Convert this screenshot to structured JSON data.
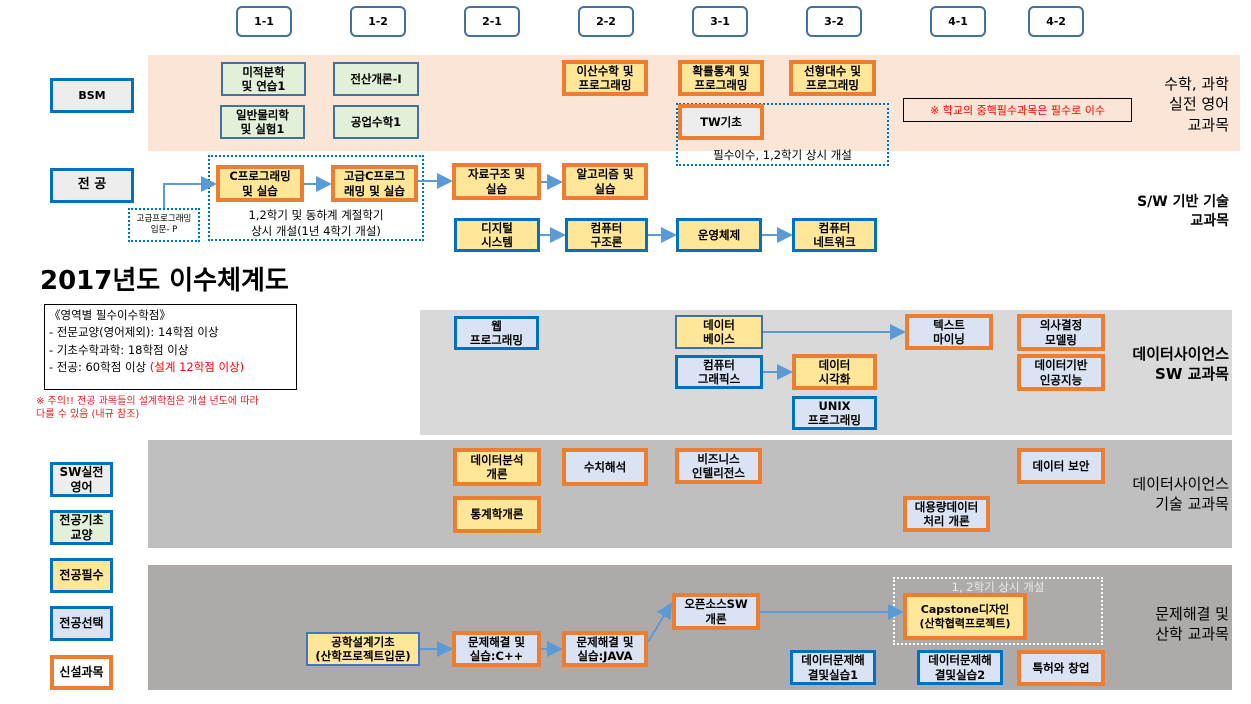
{
  "title": "2017년도 이수체계도",
  "semesters": [
    "1-1",
    "1-2",
    "2-1",
    "2-2",
    "3-1",
    "3-2",
    "4-1",
    "4-2"
  ],
  "row_labels": {
    "bsm": "BSM",
    "major": "전 공"
  },
  "legend": [
    "SW실전\n영어",
    "전공기초\n교양",
    "전공필수",
    "전공선택",
    "신설과목"
  ],
  "band_labels": {
    "bsm": "수학, 과학\n실전 영어\n교과목",
    "sw_base": "S/W 기반 기술\n교과목",
    "ds_sw": "데이터사이언스\nSW 교과목",
    "ds_tech": "데이터사이언스\n기술 교과목",
    "problem": "문제해결 및\n산학 교과목"
  },
  "courses": {
    "calculus": "미적분학\n및 연습1",
    "intro_cs": "전산개론-I",
    "physics": "일반물리학\n및 실험1",
    "eng_math": "공업수학1",
    "discrete": "이산수학 및\n프로그래밍",
    "probability": "확률통계 및\n프로그래밍",
    "linear_algebra": "선형대수 및\n프로그래밍",
    "tw_basics": "TW기초",
    "c_prog": "C프로그래밍\n및 실습",
    "adv_c": "고급C프로그\n래밍 및 실습",
    "adv_intro": "고급프로그래밍\n입문- P",
    "data_struct": "자료구조 및\n실습",
    "algorithms": "알고리즘 및\n실습",
    "digital": "디지털\n시스템",
    "architecture": "컴퓨터\n구조론",
    "os": "운영체제",
    "network": "컴퓨터\n네트워크",
    "web": "웹\n프로그래밍",
    "database": "데이터\n베이스",
    "graphics": "컴퓨터\n그래픽스",
    "visualization": "데이터\n시각화",
    "unix": "UNIX\n프로그래밍",
    "text_mining": "텍스트\n마이닝",
    "decision": "의사결정\n모델링",
    "ai": "데이터기반\n인공지능",
    "data_analysis": "데이터분석\n개론",
    "numerical": "수치해석",
    "bi": "비즈니스\n인텔리전스",
    "security": "데이터 보안",
    "statistics": "통계학개론",
    "bigdata": "대용량데이터\n처리 개론",
    "eng_design": "공학설계기초\n(산학프로젝트입문)",
    "ps_cpp": "문제해결 및\n실습:C++",
    "ps_java": "문제해결 및\n실습:JAVA",
    "opensource": "오픈소스SW\n개론",
    "capstone": "Capstone디자인\n(산학협력프로젝트)",
    "data_ps1": "데이터문제해\n결및실습1",
    "data_ps2": "데이터문제해\n결및실습2",
    "patent": "특허와 창업"
  },
  "notes": {
    "tw": "필수이수, 1,2학기 상시 개설",
    "school_required": "※ 학교의 중핵필수과목은 필수로 이수",
    "c_course": "1,2학기 및 동하계 계절학기\n상시 개설(1년 4학기 개설)",
    "capstone": "1, 2학기 상시 개설",
    "warning": "※ 주의!! 전공 과목들의 설계학점은 개설 년도에 따라\n다를 수 있음   (내규 참조)"
  },
  "credits": {
    "heading": "《영역별 필수이수학점》",
    "line1": "- 전문교양(영어제외):  14학점  이상",
    "line2": "- 기초수학과학:  18학점  이상",
    "line3": "- 전공: 60학점  이상 ",
    "line3_red": "(설계 12학점  이상)"
  },
  "colors": {
    "orange": "#ed7d31",
    "blue": "#0070c0",
    "required": "#ffe699",
    "elective": "#dae3f3",
    "basic": "#e2f0d9",
    "red": "#ff0000"
  }
}
